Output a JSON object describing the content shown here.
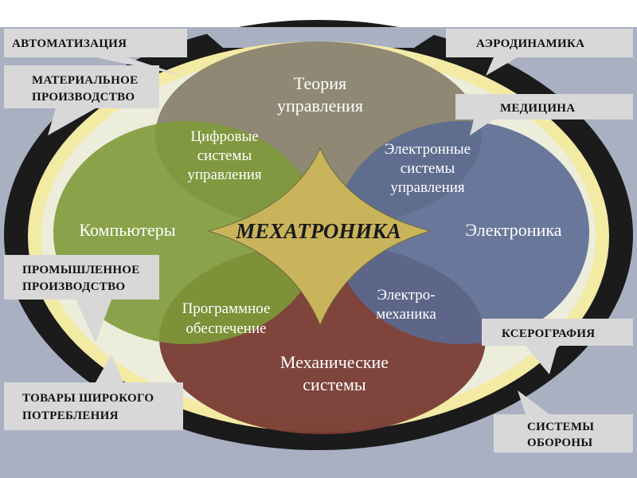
{
  "center": {
    "label": "МЕХАТРОНИКА"
  },
  "circles": {
    "top": [
      "Теория",
      "управления"
    ],
    "left": [
      "Компьютеры"
    ],
    "right": [
      "Электроника"
    ],
    "bottom": [
      "Механические",
      "системы"
    ]
  },
  "intersections": {
    "top_left": [
      "Цифровые",
      "системы",
      "управления"
    ],
    "top_right": [
      "Электронные",
      "системы",
      "управления"
    ],
    "bottom_left": [
      "Программное",
      "обеспечение"
    ],
    "bottom_right": [
      "Электро-",
      "механика"
    ]
  },
  "applications": {
    "automation": [
      "АВТОМАТИЗАЦИЯ"
    ],
    "material": [
      "МАТЕРИАЛЬНОЕ",
      "ПРОИЗВОДСТВО"
    ],
    "industrial": [
      "ПРОМЫШЛЕННОЕ",
      "ПРОИЗВОДСТВО"
    ],
    "consumer": [
      "ТОВАРЫ ШИРОКОГО",
      "ПОТРЕБЛЕНИЯ"
    ],
    "aerodynamics": [
      "АЭРОДИНАМИКА"
    ],
    "medicine": [
      "МЕДИЦИНА"
    ],
    "xerography": [
      "КСЕРОГРАФИЯ"
    ],
    "defense": [
      "СИСТЕМЫ",
      "ОБОРОНЫ"
    ]
  },
  "colors": {
    "background": "#a9b0c2",
    "outer_ring": "#1b1b1b",
    "yellow_ellipse": "#f3eaa4",
    "inner_ellipse": "#ededdc",
    "top_circle": "#8b8471",
    "left_circle": "#7e9a3a",
    "right_circle": "#5a6a92",
    "bottom_circle": "#7b3e36",
    "center_shape": "#c9b45c",
    "callout_box": "#d8d8d8"
  }
}
